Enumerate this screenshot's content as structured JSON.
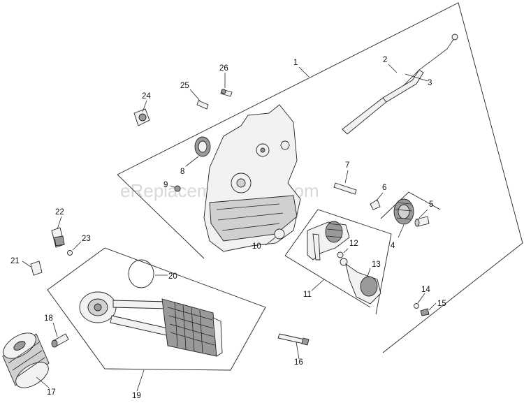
{
  "watermark": "eReplacementParts.com",
  "callouts": [
    "1",
    "2",
    "3",
    "4",
    "5",
    "6",
    "7",
    "8",
    "9",
    "10",
    "11",
    "12",
    "13",
    "14",
    "15",
    "16",
    "17",
    "18",
    "19",
    "20",
    "21",
    "22",
    "23",
    "24",
    "25",
    "26"
  ]
}
